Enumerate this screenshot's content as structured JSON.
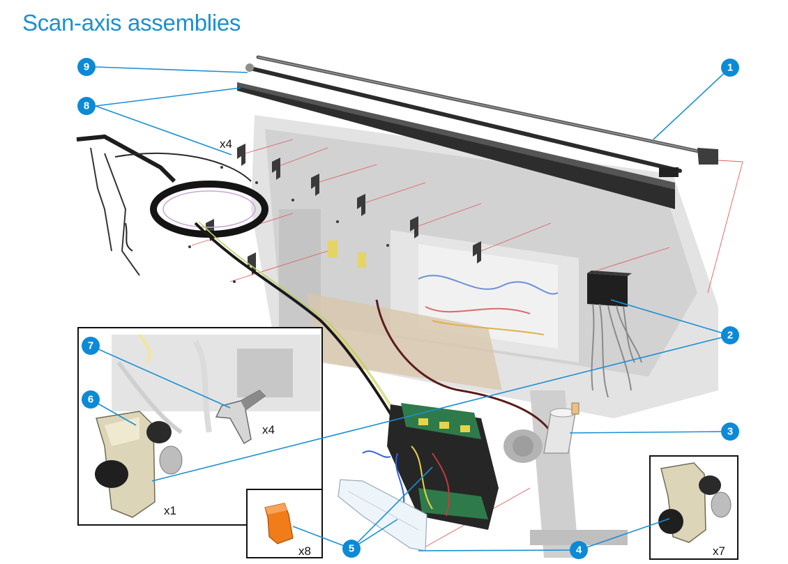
{
  "title": "Scan-axis assemblies",
  "colors": {
    "title": "#1c8fd1",
    "callout": "#0c8ad6",
    "leader": "#1a8fd3",
    "explode_line": "#e25c5c",
    "connector_part": "#f07d1a"
  },
  "callouts": [
    {
      "id": "1",
      "label": "1"
    },
    {
      "id": "2",
      "label": "2"
    },
    {
      "id": "3",
      "label": "3"
    },
    {
      "id": "4",
      "label": "4"
    },
    {
      "id": "5",
      "label": "5"
    },
    {
      "id": "6",
      "label": "6"
    },
    {
      "id": "7",
      "label": "7"
    },
    {
      "id": "8",
      "label": "8"
    },
    {
      "id": "9",
      "label": "9"
    }
  ],
  "quantities": {
    "bracket": "x4",
    "inset_part7": "x4",
    "inset_part6": "x1",
    "connector": "x8",
    "inset_part4": "x7"
  }
}
